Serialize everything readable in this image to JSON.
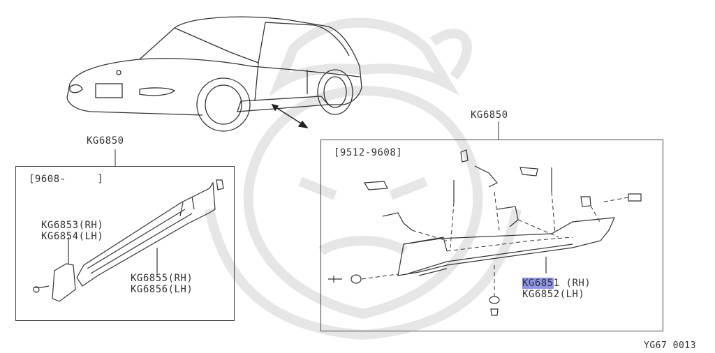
{
  "watermark": {
    "icon": "samurai-helmet-watermark",
    "color": "#e6e6e6"
  },
  "left_panel": {
    "group_code": "KG6850",
    "date_range": "[9608-     ]",
    "parts": [
      {
        "label": "KG6853(RH)"
      },
      {
        "label": "KG6854(LH)"
      },
      {
        "label": "KG6855(RH)"
      },
      {
        "label": "KG6856(LH)"
      }
    ]
  },
  "right_panel": {
    "group_code": "KG6850",
    "date_range": "[9512-9608]",
    "parts": [
      {
        "highlighted_prefix": "KG685",
        "highlight_suffix": "1",
        "rest": " (RH)"
      },
      {
        "label": "KG6852(LH)"
      }
    ],
    "highlight_color": "#8f95e6"
  },
  "footer": {
    "figure_code": "YG67 0013"
  }
}
